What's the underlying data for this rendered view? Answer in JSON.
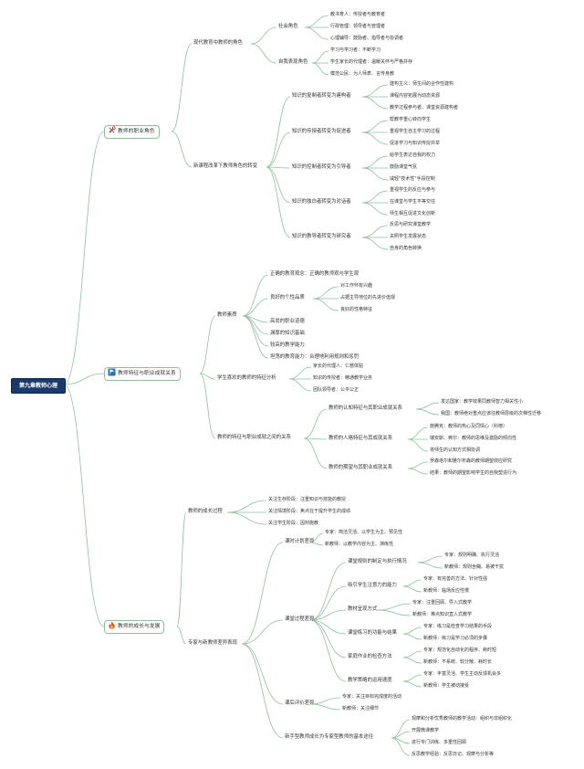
{
  "root": "第九章教师心理",
  "l1": {
    "role": "教师的职业角色",
    "traits": "教师特征与职业成就关系",
    "growth": "教师的成长与发展"
  },
  "icons": {
    "role": "tools-icon",
    "traits": "flag-icon",
    "growth": "fire-icon"
  },
  "text": {
    "modern_role": "现代教育中教师的角色",
    "social_role": "社会角色",
    "sr1": "教书育人：传授者与教育者",
    "sr2": "行政管理：领导者与管理者",
    "sr3": "心理辅导：鼓励者、指导者与协调者",
    "self_role": "自我表现角色",
    "se1": "学习与学习者：不断学习",
    "se2": "学生家长的代理者：温暖关怀与严格并存",
    "se3": "模范公民：为人师表、言传身教",
    "new_reform": "新课程改革下教师角色的转变",
    "nr_a": "知识的复制者转变为建构者",
    "a1": "建构主义：师生间的合作性建构",
    "a2": "课程内容拓展为动态资源",
    "a3": "教学过程参与者、课堂资源建构者",
    "nr_b": "知识的传授者转变为促进者",
    "b1": "帮教学重心转向学生",
    "b2": "重视学生自主学习的过程",
    "b3": "促进学习与知识传授并举",
    "nr_c": "知识的控制者转变为引导者",
    "c1": "给学生表达自我的权力",
    "c2": "鼓励课堂气氛",
    "c3": "减轻\"技术性\"手段控制",
    "nr_d": "知识的独白者转变为对话者",
    "d1": "重视学生的反应与参与",
    "d2": "在课堂与学生平等交往",
    "d3": "师生相互促进文化创新",
    "nr_e": "知识的教导者转变为研究者",
    "e1": "反思与研究课堂教学",
    "e2": "关照学生发展状态",
    "e3": "自身的角色转换",
    "qualities": "教师素质",
    "q1": "正确的教育观念：正确的教师观与学生观",
    "q2": "良好的个性品质",
    "q2a": "对工作怀有兴趣",
    "q2b": "占据主导地位的先进价值观",
    "q2c": "良好的性格特征",
    "q3": "高尚的职业道德",
    "q4": "渊厚的知识基础",
    "q5": "较高的教学能力",
    "q6": "坦荡的教育能力：合理地利用规则和惩罚",
    "student_view": "学生喜欢的教师的特征分析",
    "sv1": "家长的代理人：仁慈体贴",
    "sv2": "知识的传授者：精通教学业务",
    "sv3": "团队领导者：公平公正",
    "relation": "教师的特征与职业成就之间的关系",
    "rel_a": "教师的认知特征与其职业成就关系",
    "ra1": "发达国家：教学效果同教师智力相关性小",
    "ra2": "我国：教师绝对重点应该往教师层级的次梯性迁移",
    "rel_b": "教师的人格特征与其成就关系",
    "rb1": "施腾克：教师的热心及同情心（科榜）",
    "rb2": "瑞安斯、弗尔：教师的思维及激励的倾向性",
    "rb3": "将师生的认知方式相协调",
    "rel_c": "教师的期望与其职业成就关系",
    "rc1": "罗森塔尔和雅尔布森的教师期望效应研究",
    "rc2": "结果：教师的期望影响学生的自我塑造行为",
    "stages": "教师的成长过程",
    "st1": "关注生存阶段：注重知识与技能的教授",
    "st2": "关注情境阶段：焦点在于提升学生的成绩",
    "st3": "关注学生阶段：因材施教",
    "diff": "专家与新教师差异表现",
    "plan": "课时计划差异",
    "p1": "专家：简洁灵活、以学生为主、预见性",
    "p2": "新教师：以教学内容为主、演练性",
    "process": "课堂过程差异",
    "pr_a": "课堂规则的制定与执行情况",
    "pa1": "专家：规则明确、执行灵活",
    "pa2": "新教师：规则含糊、易被干扰",
    "pr_b": "吸引学生注意力的能力",
    "pb1": "专家：有完善的方法、针对性强",
    "pb2": "新教师：临场反应性慢",
    "pr_c": "教材呈现方式",
    "pc1": "专家：注重回顾、导入式教学",
    "pc2": "新教师：难点知识直入式教学",
    "pr_d": "课堂练习的功能与结果",
    "pd1": "专家：练习是检查学习结果的手段",
    "pd2": "新教师：练习是学习必须的步骤",
    "pr_e": "家庭作业的检查方法",
    "pe1": "专家：规范化自动化的程序、耗时短",
    "pe2": "新教师：不系统、较分散、耗时长",
    "pr_f": "教学策略的运用速度",
    "pf1": "专家：丰富灵活、学生主动反馈机会多",
    "pf2": "新教师：学生被动接受",
    "eval": "课后评价差异",
    "ev1": "专家：关注目标完成度的活动",
    "ev2": "新教师：关注细节",
    "path": "新手型教师成长为专家型教师的基本途径",
    "pt1": "观摩和分析优秀教师的教学活动：组织与非组织化",
    "pt2": "开展微课教学",
    "pt3": "进行专门训练、多重性回顾",
    "pt4": "反思教学经验：反思日记、观摩与分析等"
  },
  "colors": {
    "line": "#8fbf9c",
    "root_bg": "#1a3a6a",
    "text": "#333333"
  }
}
